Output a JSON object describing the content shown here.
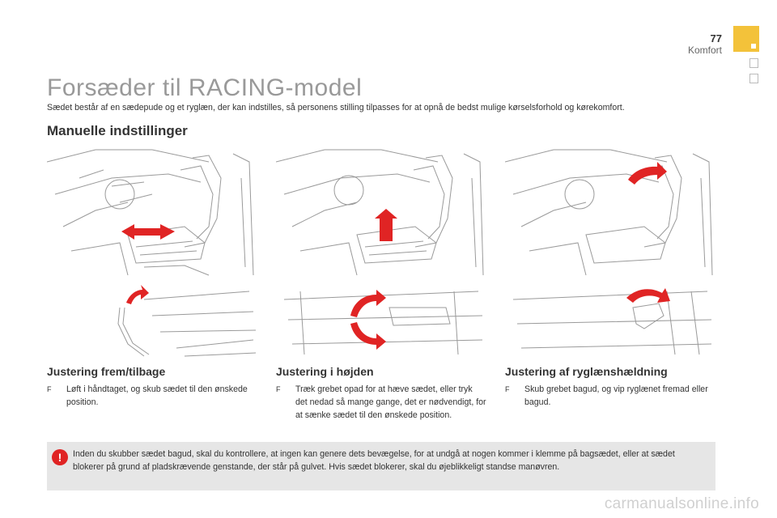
{
  "header": {
    "page_number": "77",
    "section": "Komfort"
  },
  "title": "Forsæder til RACING-model",
  "intro": "Sædet består af en sædepude og et ryglæn, der kan indstilles, så personens stilling tilpasses for at opnå de bedst mulige kørselsforhold og kørekomfort.",
  "manual_heading": "Manuelle indstillinger",
  "sections": [
    {
      "heading": "Justering frem/tilbage",
      "bullet": "F",
      "text": "Løft i håndtaget, og skub sædet til den ønskede position."
    },
    {
      "heading": "Justering i højden",
      "bullet": "F",
      "text": "Træk grebet opad for at hæve sædet, eller tryk det nedad så mange gange, det er nødvendigt, for at sænke sædet til den ønskede position."
    },
    {
      "heading": "Justering af ryglænshældning",
      "bullet": "F",
      "text": "Skub grebet bagud, og vip ryglænet fremad eller bagud."
    }
  ],
  "warning": {
    "icon": "!",
    "text": "Inden du skubber sædet bagud, skal du kontrollere, at ingen kan genere dets bevægelse, for at undgå at nogen kommer i klemme på bagsædet, eller at sædet blokerer på grund af pladskrævende genstande, der står på gulvet. Hvis sædet blokerer, skal du øjeblikkeligt standse manøvren."
  },
  "watermark": "carmanualsonline.info",
  "colors": {
    "accent": "#f3c23a",
    "arrow": "#e02424",
    "warning_bg": "#e6e6e6"
  },
  "icons": [
    "warning-icon",
    "seat-illustration",
    "lever-illustration"
  ]
}
